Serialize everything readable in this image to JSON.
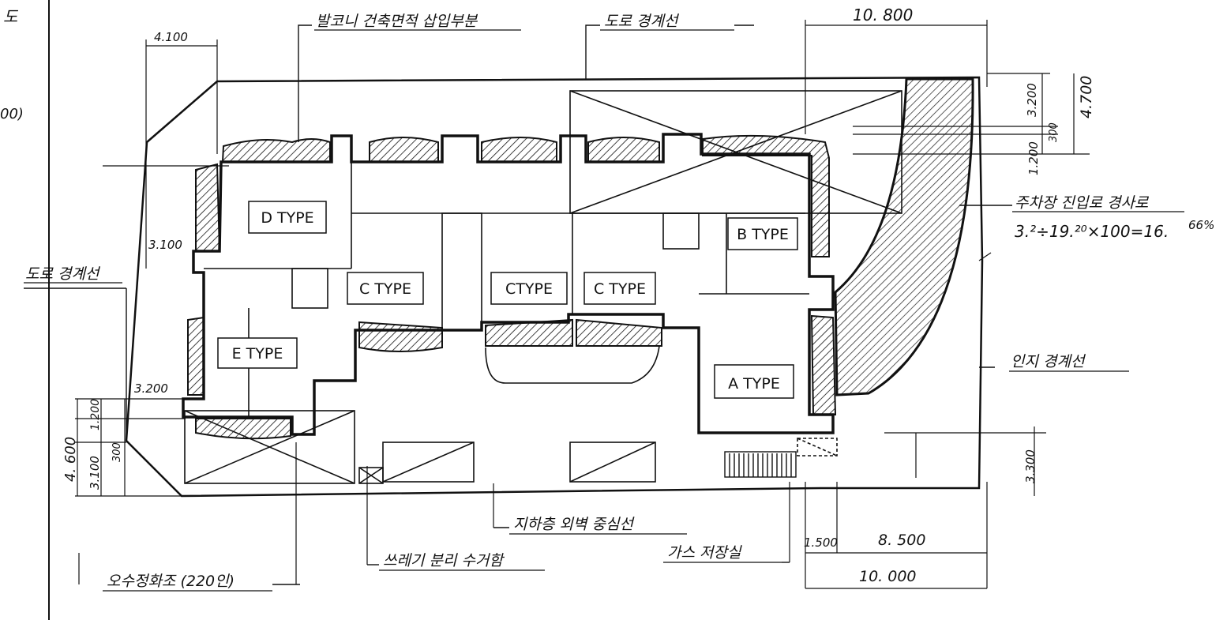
{
  "labels": {
    "balcony_note": "발코니 건축면적 삽입부분",
    "road_boundary_top": "도로 경계선",
    "road_boundary_left": "도로 경계선",
    "site_boundary": "인지 경계선",
    "parking_ramp": "주차장 진입로 경사로",
    "ramp_formula": "3.²÷19.²⁰×100=16.",
    "ramp_formula_sup": "66%",
    "basement_wall": "지하층 외벽 중심선",
    "waste_room": "쓰레기 분리 수거함",
    "gas_storage": "가스 저장실",
    "septic_tank": "오수정화조 (220인)",
    "corner_top_left": "도",
    "corner_left_paren": "00)"
  },
  "units": {
    "a": "A TYPE",
    "b": "B TYPE",
    "c1": "C TYPE",
    "c2": "CTYPE",
    "c3": "C TYPE",
    "d": "D TYPE",
    "e": "E TYPE"
  },
  "dimensions": {
    "top_left_width": "4.100",
    "top_right_width": "10. 800",
    "right_3200": "3.200",
    "right_300": "300",
    "right_1200": "1.200",
    "right_4700": "4.700",
    "left_3100_upper": "3.100",
    "left_3200": "3.200",
    "left_1200": "1.200",
    "left_300": "300",
    "left_4600": "4. 600",
    "left_3100_lower": "3.100",
    "right_bottom_3300": "3.300",
    "bottom_1500": "1.500",
    "bottom_8500": "8. 500",
    "bottom_10000": "10. 000"
  }
}
